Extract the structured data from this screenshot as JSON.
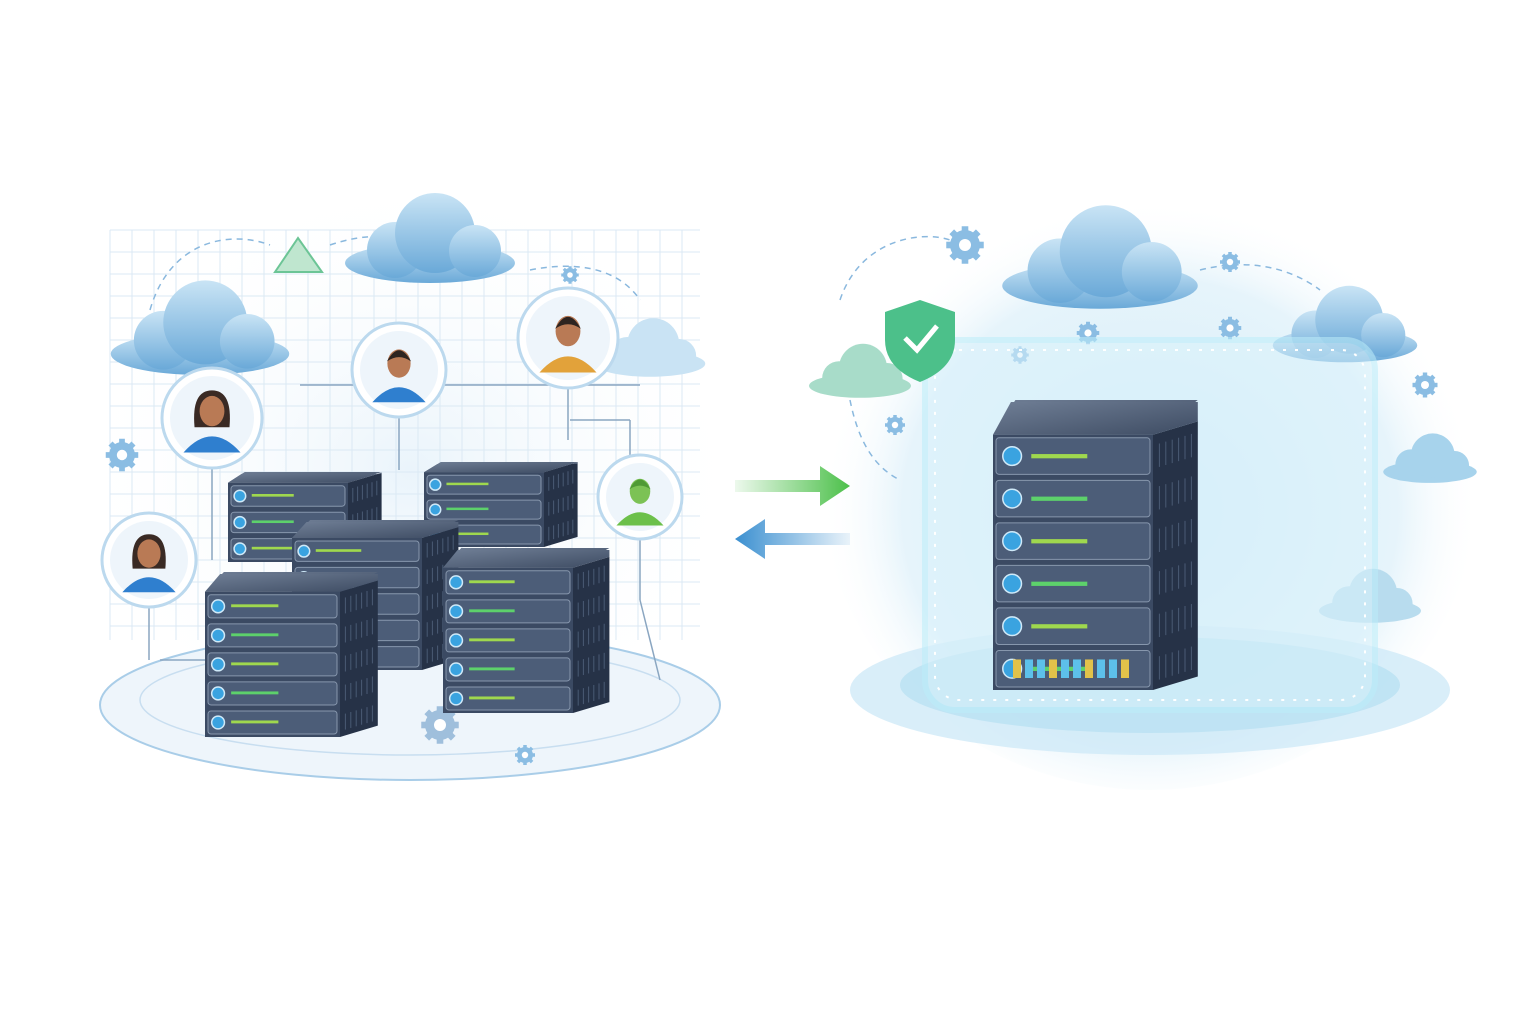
{
  "illustration": {
    "left_group": {
      "server_stacks": 5,
      "users": [
        {
          "tone": "blue",
          "hair": "long"
        },
        {
          "tone": "blue",
          "hair": "short"
        },
        {
          "tone": "orange",
          "hair": "short"
        },
        {
          "tone": "green",
          "hair": "short"
        },
        {
          "tone": "blue",
          "hair": "long"
        }
      ]
    },
    "right_group": {
      "server_stacks": 1,
      "shield": true
    },
    "arrows": [
      {
        "direction": "right",
        "color": "#4cc04a"
      },
      {
        "direction": "left",
        "color": "#3a8fd0"
      }
    ],
    "colors": {
      "server_body": "#3b4a63",
      "server_dark": "#263247",
      "cloud": "#8fc3e6",
      "glow": "#bfe6f5",
      "accent_green": "#4cc04a",
      "accent_blue": "#3a8fd0"
    }
  }
}
